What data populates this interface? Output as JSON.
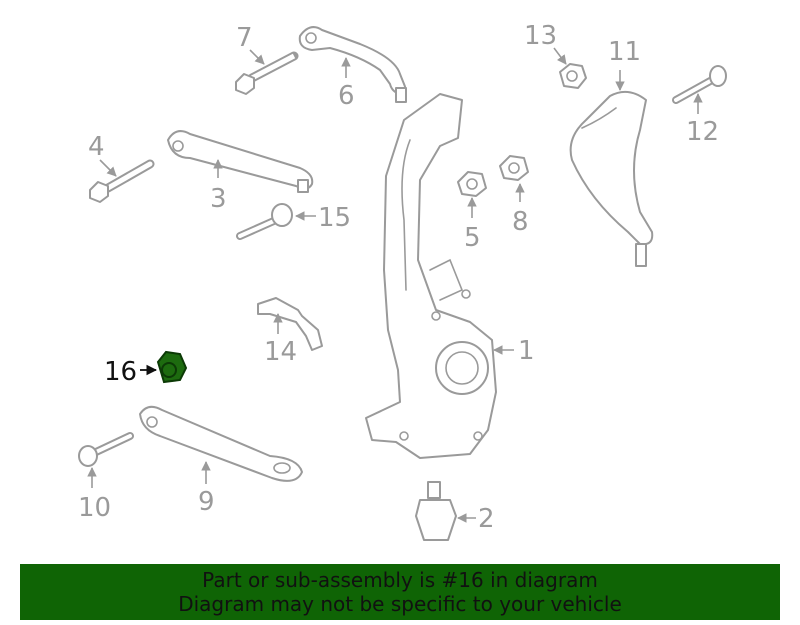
{
  "highlight_color": "#1d6b0f",
  "banner_color": "#0f6405",
  "callouts": [
    {
      "id": "1",
      "label": "1"
    },
    {
      "id": "2",
      "label": "2"
    },
    {
      "id": "3",
      "label": "3"
    },
    {
      "id": "4",
      "label": "4"
    },
    {
      "id": "5",
      "label": "5"
    },
    {
      "id": "6",
      "label": "6"
    },
    {
      "id": "7",
      "label": "7"
    },
    {
      "id": "8",
      "label": "8"
    },
    {
      "id": "9",
      "label": "9"
    },
    {
      "id": "10",
      "label": "10"
    },
    {
      "id": "11",
      "label": "11"
    },
    {
      "id": "12",
      "label": "12"
    },
    {
      "id": "13",
      "label": "13"
    },
    {
      "id": "14",
      "label": "14"
    },
    {
      "id": "15",
      "label": "15"
    },
    {
      "id": "16",
      "label": "16",
      "highlighted": true
    }
  ],
  "banner": {
    "line1": "Part or sub-assembly is #16 in diagram",
    "line2": "Diagram may not be specific to your vehicle"
  }
}
